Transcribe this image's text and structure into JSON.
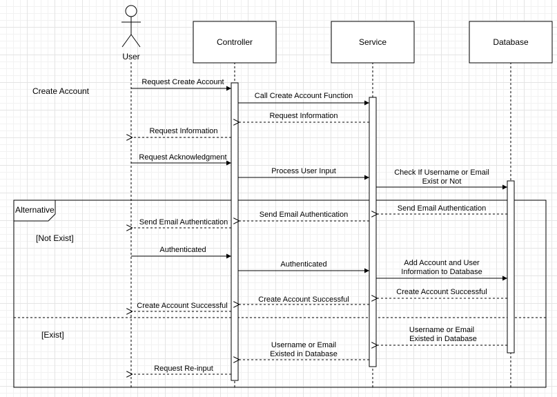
{
  "actors": {
    "user": "User",
    "controller": "Controller",
    "service": "Service",
    "database": "Database"
  },
  "note": "Create Account",
  "fragment": {
    "label": "Alternative",
    "guard_1": "[Not Exist]",
    "guard_2": "[Exist]"
  },
  "messages": {
    "m1": "Request Create Account",
    "m2": "Call Create Account Function",
    "m3": "Request Information",
    "m4": "Request Information",
    "m5": "Request Acknowledgment",
    "m6": "Process User Input",
    "m7_line1": "Check If Username or Email",
    "m7_line2": "Exist or Not",
    "m8": "Send Email Authentication",
    "m9": "Send Email Authentication",
    "m10": "Send Email Authentication",
    "m11": "Authenticated",
    "m12": "Authenticated",
    "m13_line1": "Add Account and User",
    "m13_line2": "Information to Database",
    "m14": "Create Account Successful",
    "m15": "Create Account Successful",
    "m16": "Create Account Successful",
    "m17_line1": "Username or Email",
    "m17_line2": "Existed in Database",
    "m18_line1": "Username or Email",
    "m18_line2": "Existed in Database",
    "m19": "Request Re-input"
  }
}
